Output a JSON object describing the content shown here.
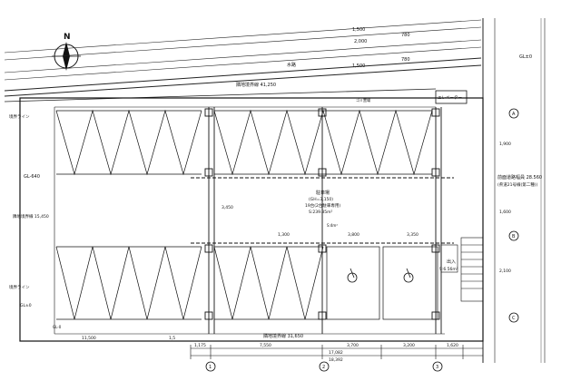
{
  "compass": {
    "north_label": "N"
  },
  "road_top": {
    "dims": [
      "1,500",
      "2,000",
      "1,500"
    ],
    "small_dims": [
      "780",
      "780"
    ],
    "waterway_label": "水路",
    "boundary_label": "隣地境界線 41,250"
  },
  "labels": {
    "left_mid": "GL-640",
    "left_vertical": "隣地境界線 15,450",
    "left_bottom": "GL±0",
    "top_left": "境界ライン",
    "left_low": "境界ライン",
    "right_top": "GL±0",
    "right_vertical": "1,900",
    "right_vertical2": "1,600",
    "right_vertical3": "2,100",
    "lot_center_1": "駐車場",
    "lot_center_2": "(GH=3,150)",
    "lot_center_3": "19台(2台駐車専用)",
    "lot_center_4": "S:239.85m²",
    "entrance": "出入",
    "entrance_area": "S:6.56m²",
    "small_room": "S:4m²",
    "pavilion_label": "ゴミ置場",
    "road_right_1": "前面道路幅員 28.560",
    "road_right_2": "(県道21号線(第二種))",
    "elev_box": "エレベーター",
    "boundary_bottom": "隣地境界線 31,650",
    "dims_bottom": [
      "1,175",
      "7,550",
      "3,700",
      "3,200",
      "1,620",
      "17,082",
      "18,392"
    ],
    "inner_dims": [
      "1,300",
      "3,800",
      "3,350",
      "3,450"
    ],
    "left_dims": [
      "11,500",
      "1,5"
    ],
    "column_markers": [
      "1",
      "2",
      "3"
    ],
    "row_markers": [
      "A",
      "B",
      "C"
    ],
    "small_text_left": "GL-0"
  }
}
